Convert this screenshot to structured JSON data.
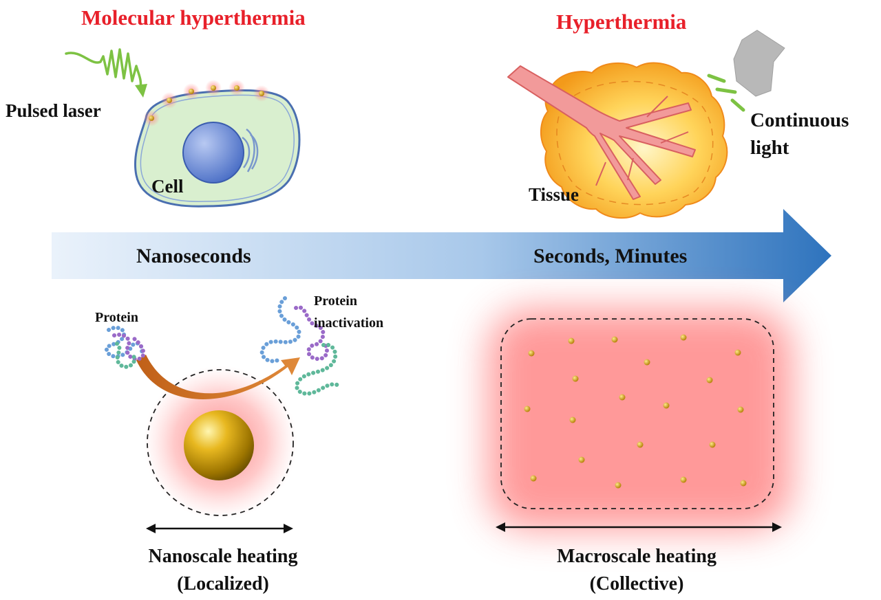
{
  "labels": {
    "molecular_title": "Molecular hyperthermia",
    "hyper_title": "Hyperthermia",
    "pulsed_laser": "Pulsed laser",
    "cell": "Cell",
    "tissue": "Tissue",
    "continuous_line1": "Continuous",
    "continuous_line2": "light",
    "nanoseconds": "Nanoseconds",
    "seconds_minutes": "Seconds, Minutes",
    "protein": "Protein",
    "protein_inact_line1": "Protein",
    "protein_inact_line2": "inactivation",
    "nano_heat_line1": "Nanoscale heating",
    "nano_heat_line2": "(Localized)",
    "macro_heat_line1": "Macroscale heating",
    "macro_heat_line2": "(Collective)"
  },
  "colors": {
    "title_red": "#e8202a",
    "arrow_light": "#e6f0fa",
    "arrow_dark": "#2e73bd",
    "cell_fill": "#d9efcf",
    "nucleus": "#5b7fd1",
    "tissue_orange": "#f6a21e",
    "vessel_pink": "#f08080",
    "laser_green": "#7dc243",
    "gold": "#d4a017",
    "heat_red": "#f66a6a"
  },
  "icons": {
    "lamp": "lamp-icon",
    "wave": "laser-wave-icon"
  }
}
